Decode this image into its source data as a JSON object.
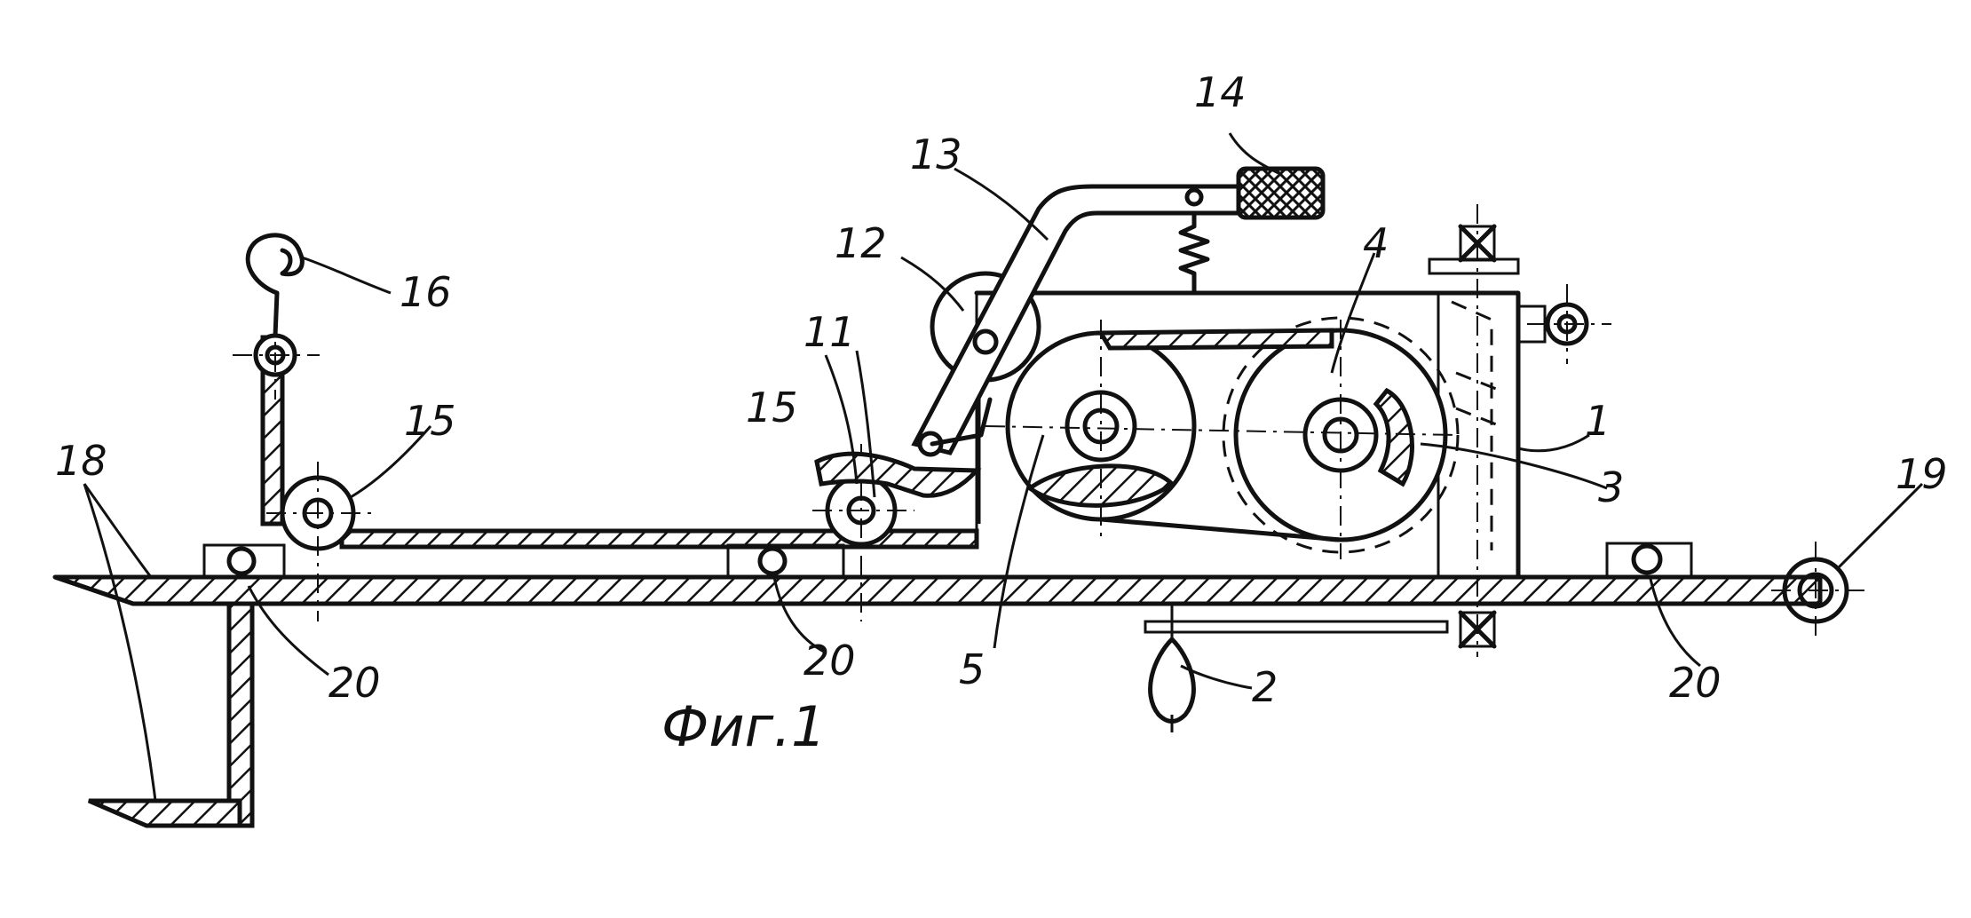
{
  "figure": {
    "caption": "Фиг.1",
    "labels": {
      "l1": "1",
      "l2": "2",
      "l3": "3",
      "l4": "4",
      "l5": "5",
      "l11": "11",
      "l12": "12",
      "l13": "13",
      "l14": "14",
      "l15a": "15",
      "l15b": "15",
      "l16": "16",
      "l18": "18",
      "l19": "19",
      "l20a": "20",
      "l20b": "20",
      "l20c": "20"
    }
  }
}
